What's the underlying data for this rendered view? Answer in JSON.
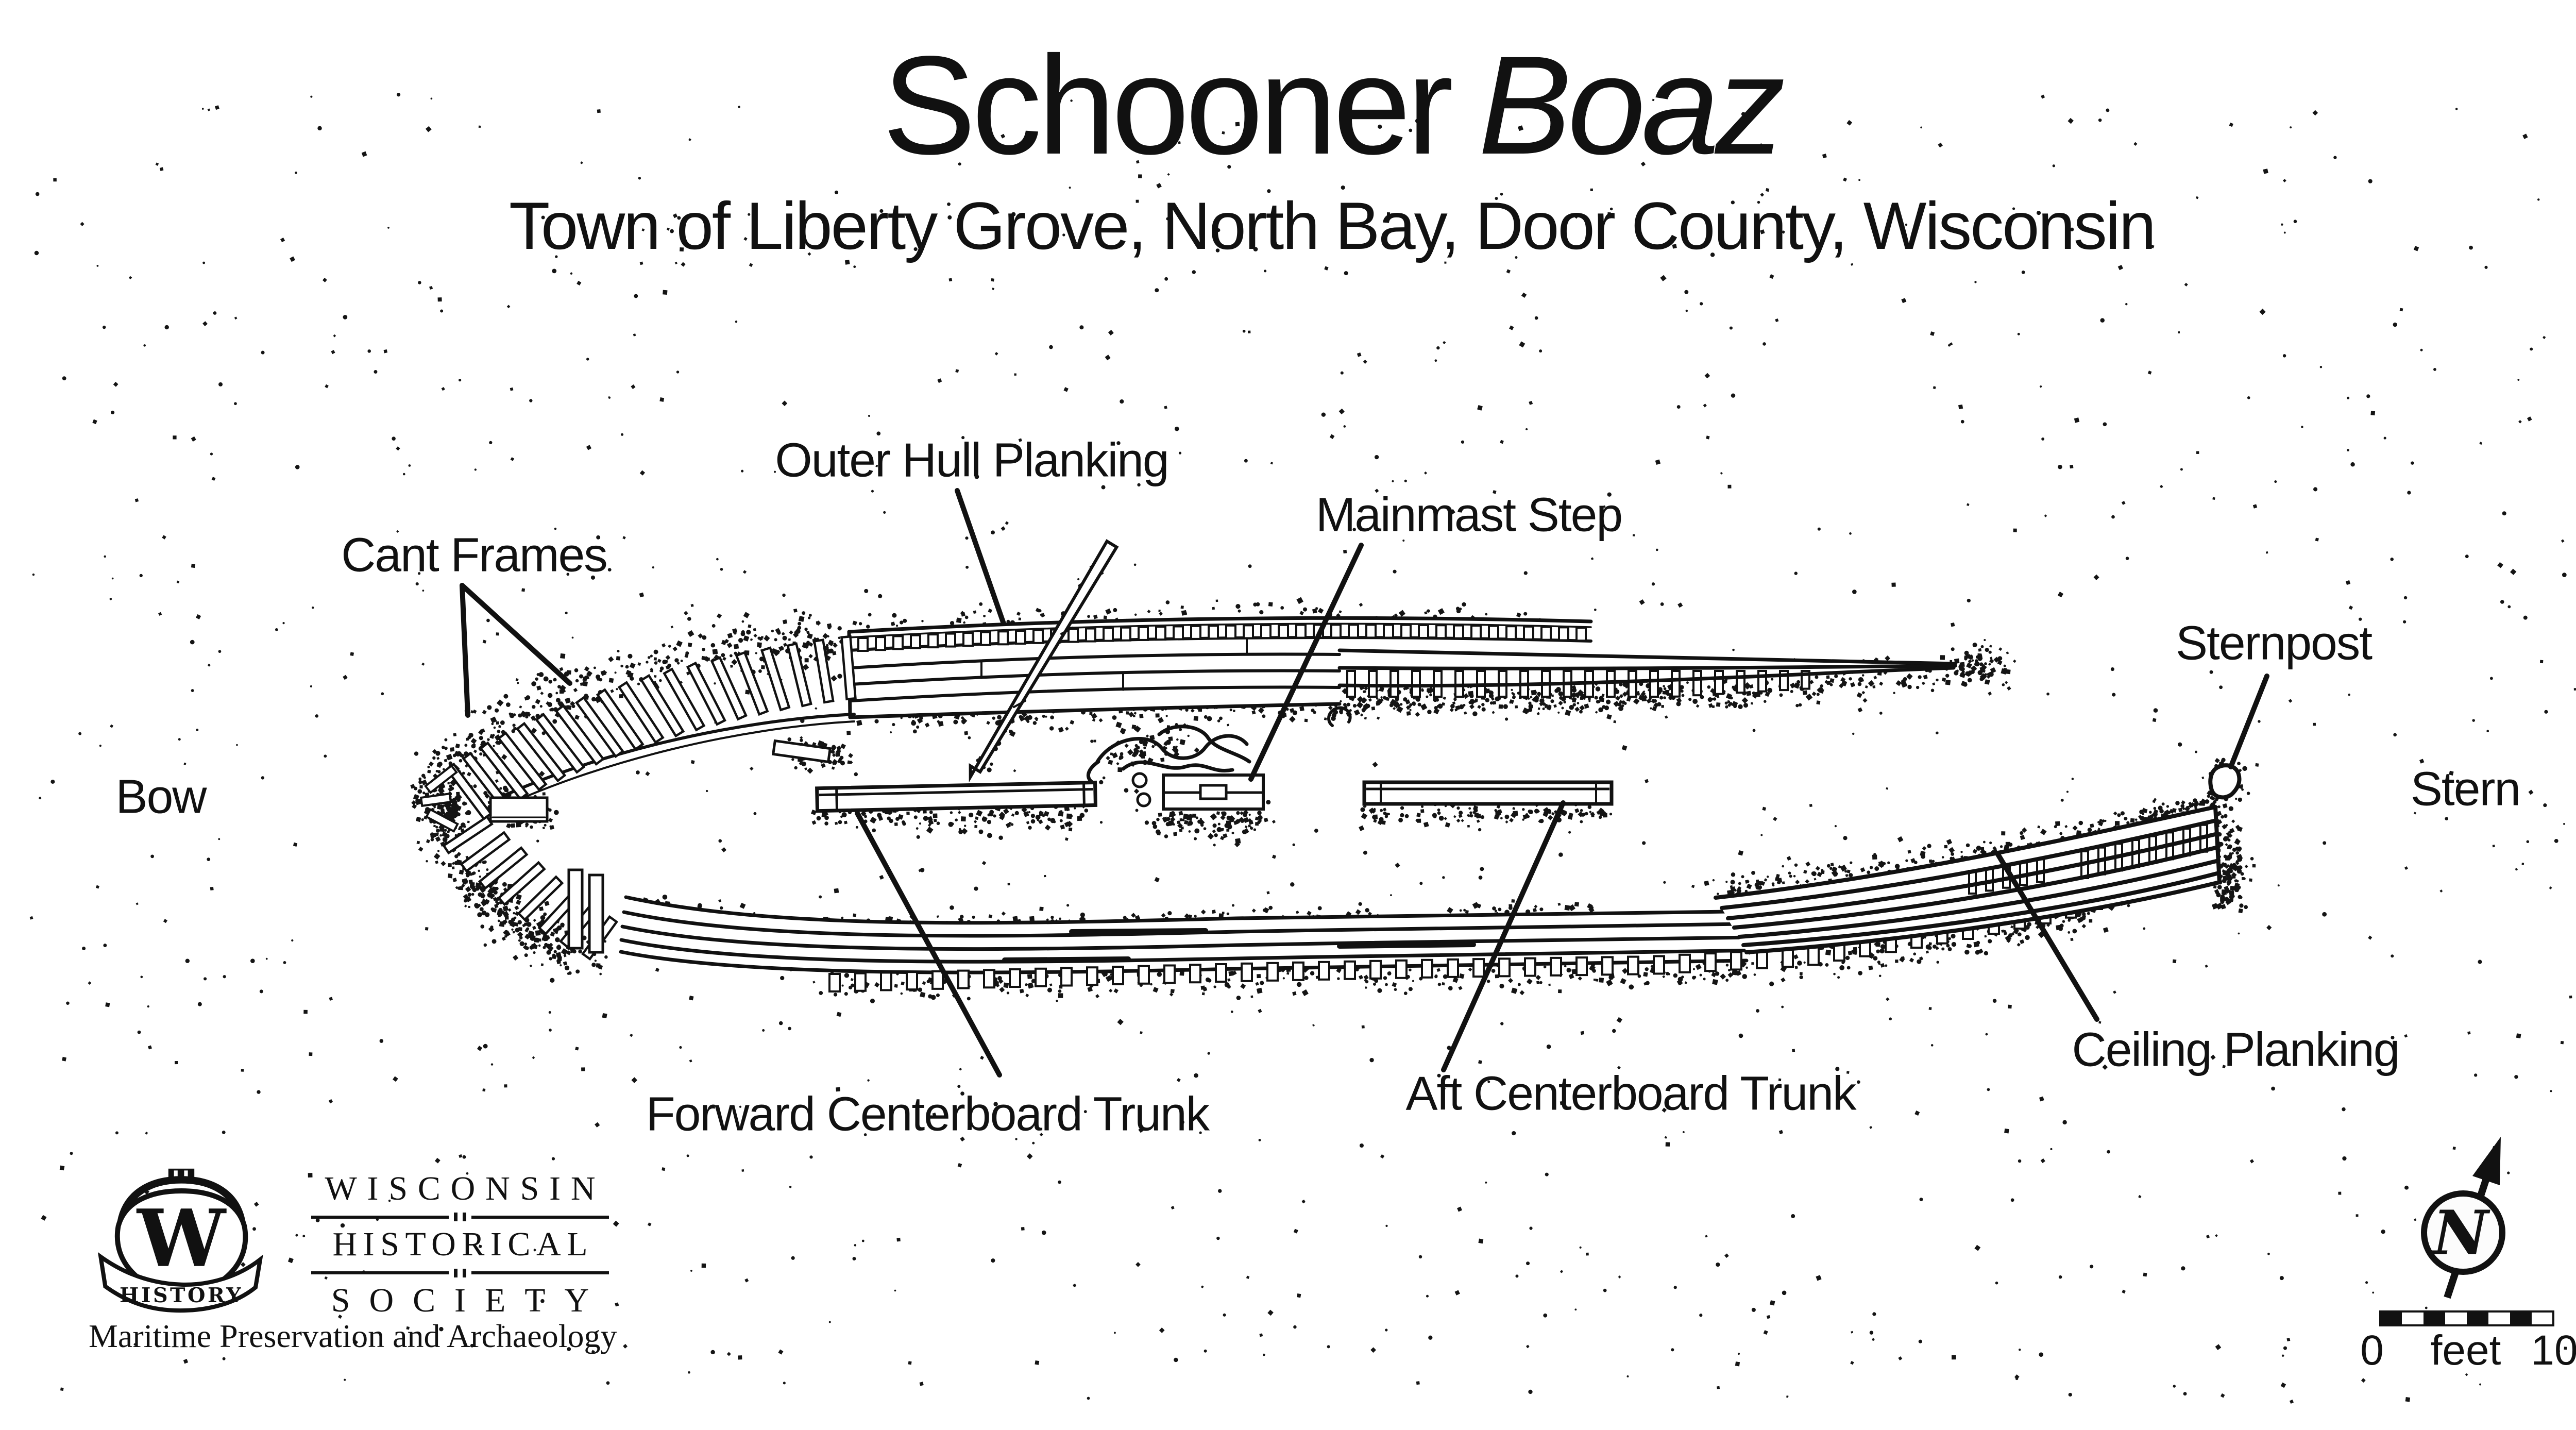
{
  "title": {
    "main": "Schooner",
    "italic": "Boaz",
    "subtitle": "Town of Liberty Grove, North Bay, Door County, Wisconsin"
  },
  "diagram": {
    "labels": {
      "outer_hull_planking": "Outer Hull Planking",
      "mainmast_step": "Mainmast Step",
      "cant_frames": "Cant Frames",
      "sternpost": "Sternpost",
      "bow": "Bow",
      "stern": "Stern",
      "ceiling_planking": "Ceiling Planking",
      "forward_centerboard_trunk": "Forward Centerboard Trunk",
      "aft_centerboard_trunk": "Aft Centerboard Trunk"
    }
  },
  "credit": {
    "org_line1": "WISCONSIN",
    "org_line2": "HISTORICAL",
    "org_line3": "SOCIETY",
    "banner": "HISTORY",
    "tagline": "Maritime Preservation and Archaeology"
  },
  "compass": {
    "north_letter": "N"
  },
  "scale_bar": {
    "start": "0",
    "unit": "feet",
    "end": "10"
  },
  "colors": {
    "ink": "#111111",
    "paper": "#ffffff"
  }
}
